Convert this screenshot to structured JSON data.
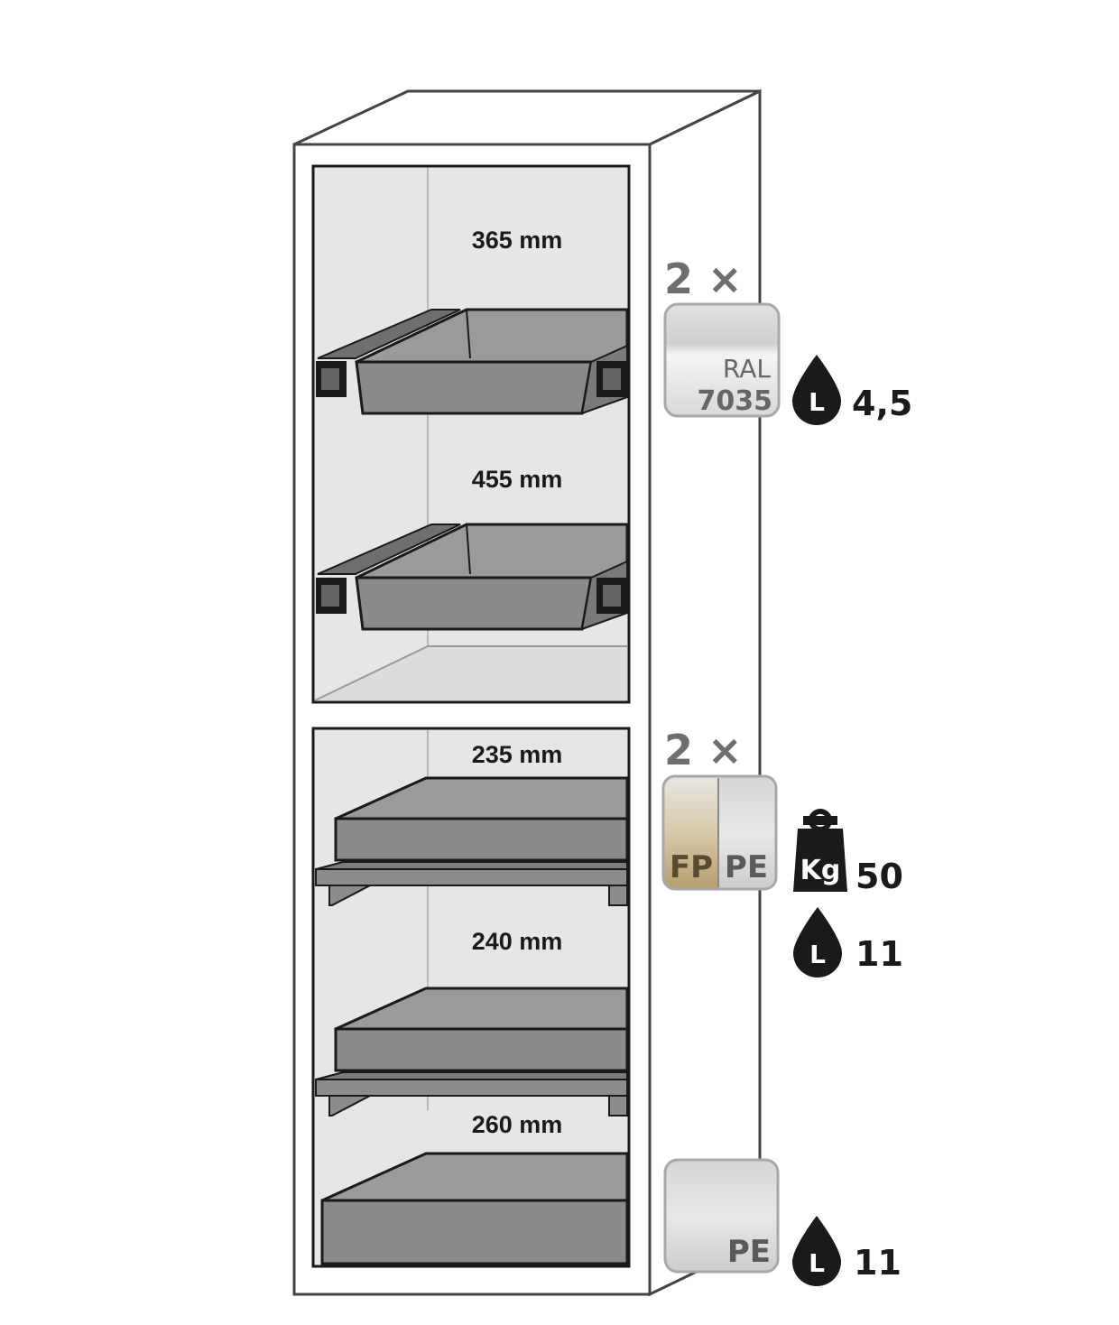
{
  "dimensions": {
    "upper_1": "365 mm",
    "upper_2": "455 mm",
    "lower_1": "235 mm",
    "lower_2": "240 mm",
    "lower_3": "260 mm"
  },
  "badges": {
    "ral": {
      "quantity": "2 ×",
      "label_top": "RAL",
      "label_bottom": "7035",
      "volume_glyph": "L",
      "volume_value": "4,5"
    },
    "fp_pe": {
      "quantity": "2 ×",
      "label_left": "FP",
      "label_right": "PE",
      "weight_glyph": "Kg",
      "weight_value": "50",
      "volume_glyph": "L",
      "volume_value": "11"
    },
    "pe": {
      "label": "PE",
      "volume_glyph": "L",
      "volume_value": "11"
    }
  },
  "colors": {
    "outline": "#1a1a1a",
    "tray": "#8a8a8a",
    "interior": "#e6e6e6",
    "tile": "#d4d4d4"
  }
}
